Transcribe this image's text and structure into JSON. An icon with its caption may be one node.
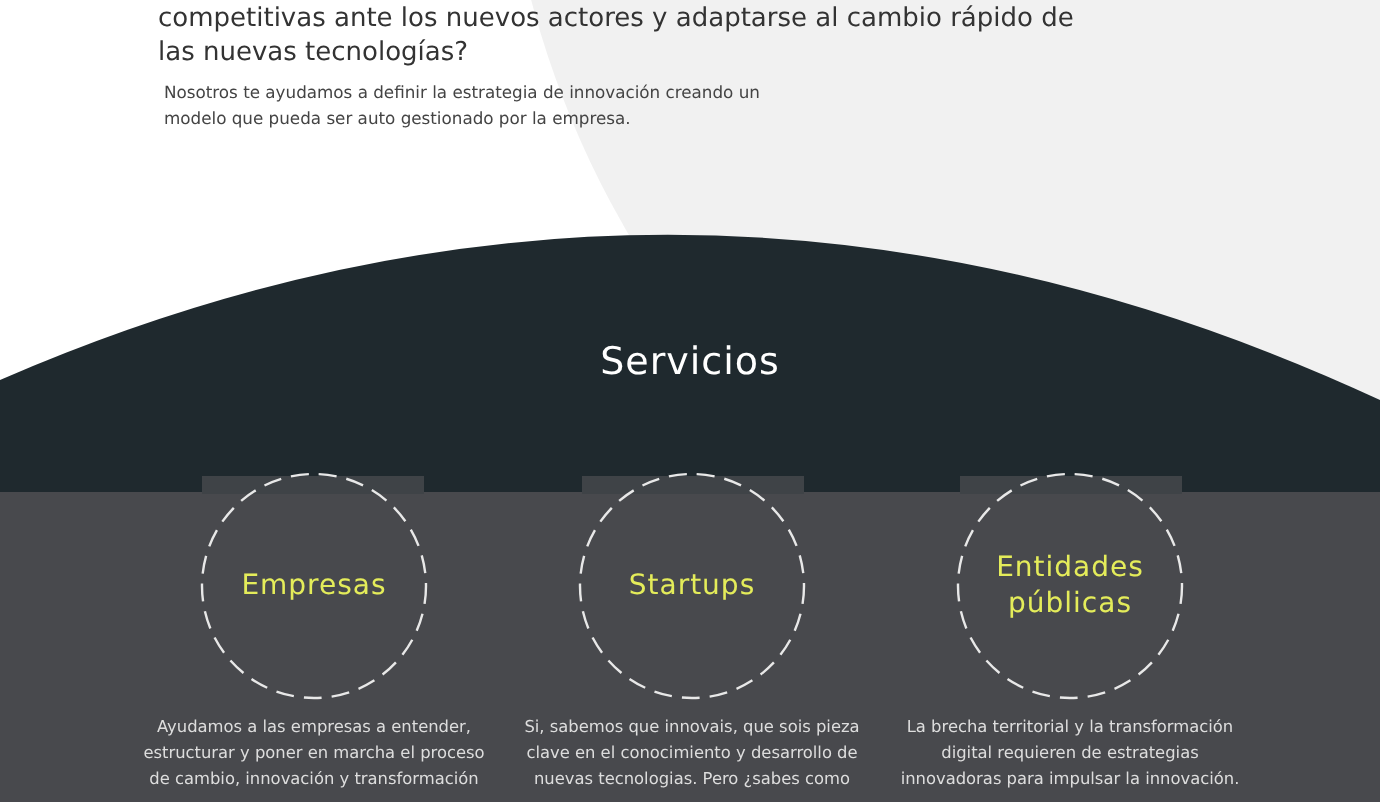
{
  "diagram": {
    "nodes": [
      {
        "text": [
          "Empresas"
        ],
        "beside": [
          "Ayudamos a las empresas a entender, estructurar y poner en marcha el proceso de cambio, innovación y transformación"
        ]
      },
      {
        "text": [
          "Startups"
        ],
        "beside": [
          "Si, sabemos que innovais, que sois pieza clave en el conocimiento y desarrollo de nuevas tecnologias. Pero ¿sabes como"
        ]
      },
      {
        "text": [
          "Entidades públicas"
        ],
        "beside": [
          "La brecha territorial y la transformación digital requieren de estrategias innovadoras para impulsar la innovación."
        ]
      }
    ],
    "edges": [],
    "labels": [
      "competitivas ante los nuevos actores y adaptarse al cambio rápido de las nuevas tecnologías?",
      "Nosotros te ayudamos a definir la estrategia de innovación creando un modelo que pueda ser auto gestionado por la empresa.",
      "Servicios"
    ]
  }
}
